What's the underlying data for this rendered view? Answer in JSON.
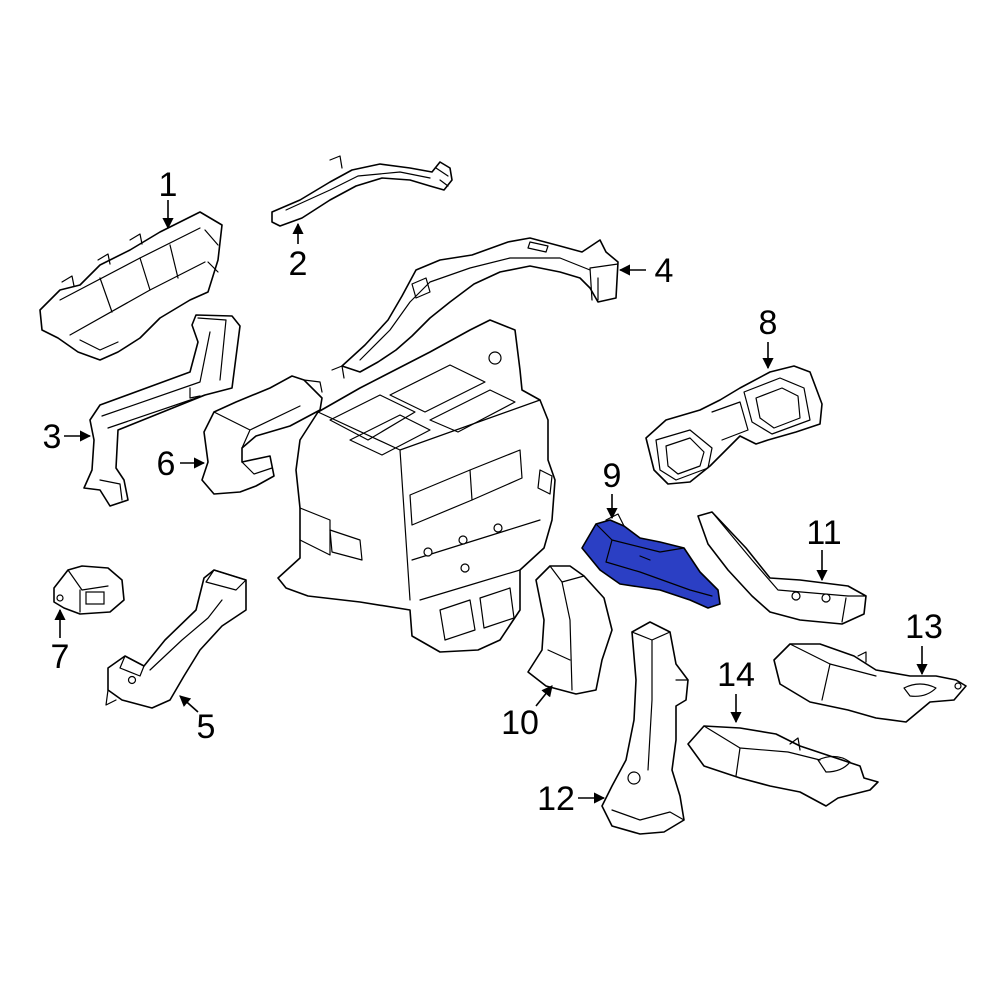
{
  "callouts": {
    "c1": "1",
    "c2": "2",
    "c3": "3",
    "c4": "4",
    "c5": "5",
    "c6": "6",
    "c7": "7",
    "c8": "8",
    "c9": "9",
    "c10": "10",
    "c11": "11",
    "c12": "12",
    "c13": "13",
    "c14": "14"
  },
  "colors": {
    "highlight": "#2b3fc4",
    "line": "#000000",
    "background": "#ffffff"
  },
  "highlighted_part": "9"
}
